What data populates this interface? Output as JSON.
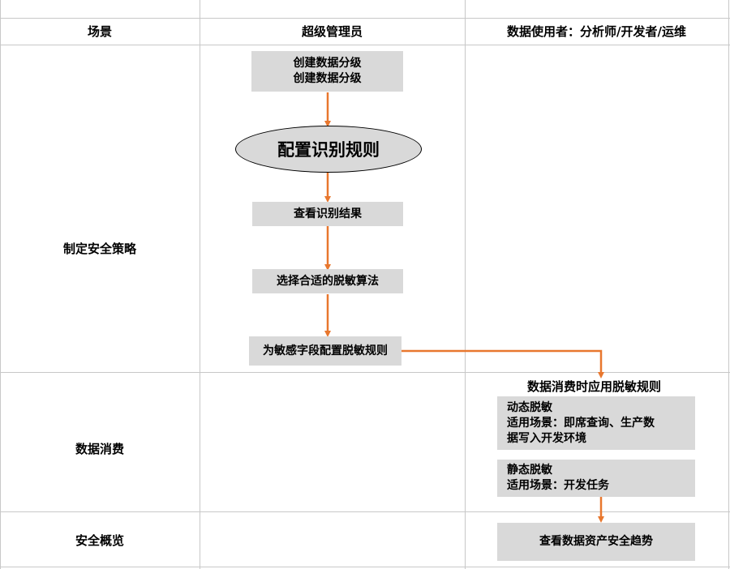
{
  "columns": {
    "scene": "场景",
    "admin": "超级管理员",
    "user": "数据使用者：分析师/开发者/运维"
  },
  "rows": {
    "policy": "制定安全策略",
    "consume": "数据消费",
    "overview": "安全概览"
  },
  "steps": {
    "create_level": "创建数据分级\n创建数据分级",
    "config_rule": "配置识别规则",
    "view_result": "查看识别结果",
    "choose_algo": "选择合适的脱敏算法",
    "config_mask": "为敏感字段配置脱敏规则",
    "apply_label": "数据消费时应用脱敏规则",
    "dynamic_mask": "动态脱敏\n适用场景：即席查询、生产数\n据写入开发环境",
    "static_mask": "静态脱敏\n适用场景：开发任务",
    "view_trend": "查看数据资产安全趋势"
  },
  "colors": {
    "arrow": "#e8772e",
    "box": "#d9d9d9",
    "grid": "#c8c8c8"
  }
}
